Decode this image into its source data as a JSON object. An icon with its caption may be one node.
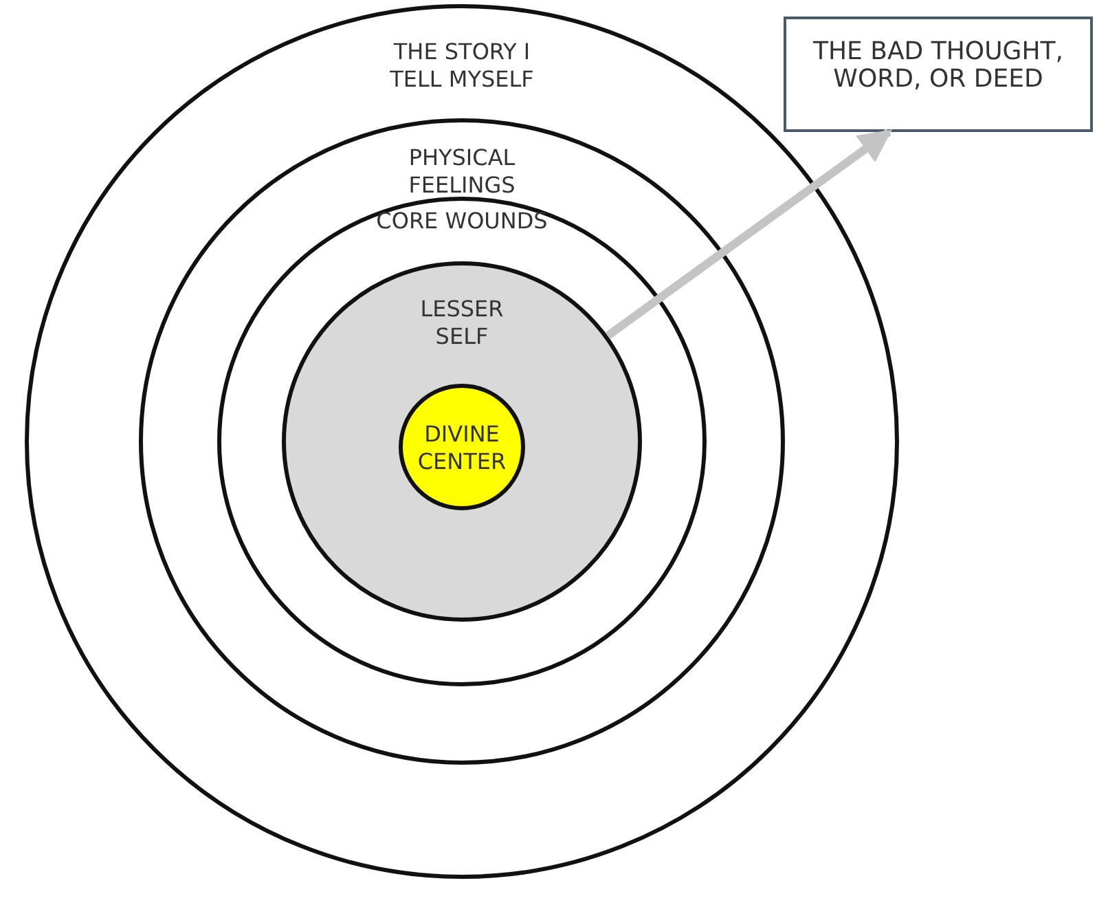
{
  "diagram": {
    "nodes": [
      {
        "text": [
          "THE STORY I TELL MYSELF"
        ]
      },
      {
        "text": [
          "PHYSICAL FEELINGS"
        ],
        "in": 0
      },
      {
        "text": [
          "CORE WOUNDS"
        ],
        "in": 1
      },
      {
        "text": [
          "LESSER SELF"
        ],
        "in": 2
      },
      {
        "text": [
          "DIVINE CENTER"
        ],
        "in": 3
      },
      {
        "text": [
          "THE BAD THOUGHT, WORD, OR DEED"
        ]
      }
    ],
    "edges": [
      {
        "from": 3,
        "to": 5,
        "arrow": "to",
        "color": "#c4c4c4"
      }
    ]
  }
}
